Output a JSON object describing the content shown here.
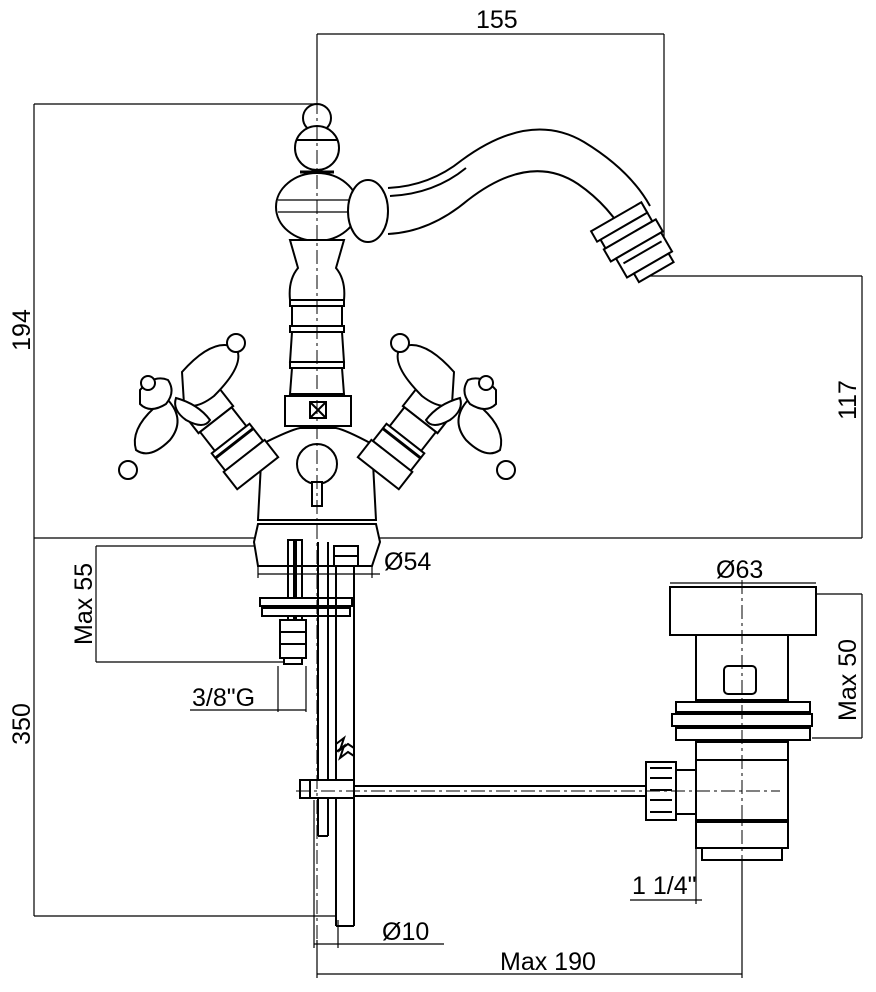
{
  "dimensions": {
    "spout_reach": "155",
    "total_height": "194",
    "spout_height": "117",
    "base_diameter": "Ø54",
    "max_55": "Max 55",
    "pipe_thread": "3/8\"G",
    "below_length": "350",
    "waste_diameter": "Ø63",
    "max_50": "Max 50",
    "waste_thread": "1 1/4\"",
    "rod_diameter": "Ø10",
    "max_190": "Max 190"
  },
  "colors": {
    "line": "#000000",
    "background": "#ffffff"
  }
}
